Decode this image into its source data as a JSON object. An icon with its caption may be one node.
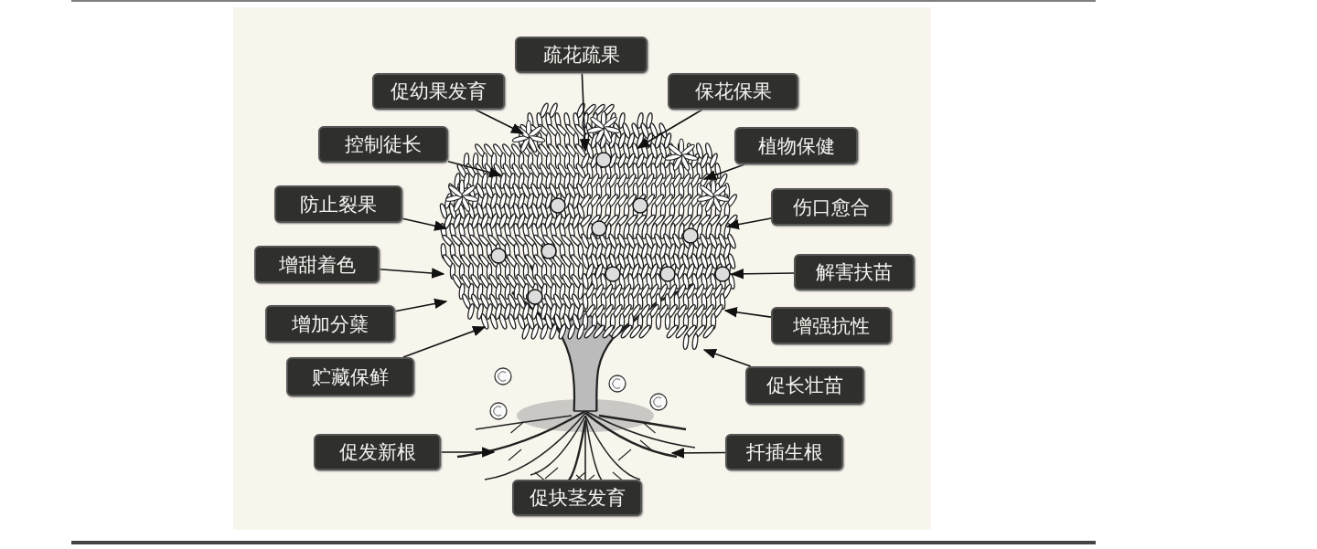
{
  "diagram": {
    "nodes": [
      {
        "text": [],
        "shape": "picture"
      },
      {
        "text": [
          "疏花疏果"
        ]
      },
      {
        "text": [
          "促幼果发育"
        ]
      },
      {
        "text": [
          "保花保果"
        ]
      },
      {
        "text": [
          "控制徒长"
        ]
      },
      {
        "text": [
          "植物保健"
        ]
      },
      {
        "text": [
          "防止裂果"
        ]
      },
      {
        "text": [
          "伤口愈合"
        ]
      },
      {
        "text": [
          "增甜着色"
        ]
      },
      {
        "text": [
          "解害扶苗"
        ]
      },
      {
        "text": [
          "增加分蘖"
        ]
      },
      {
        "text": [
          "增强抗性"
        ]
      },
      {
        "text": [
          "贮藏保鲜"
        ]
      },
      {
        "text": [
          "促长壮苗"
        ]
      },
      {
        "text": [
          "促发新根"
        ]
      },
      {
        "text": [
          "扦插生根"
        ]
      },
      {
        "text": [
          "促块茎发育"
        ]
      }
    ],
    "edges": [
      {
        "from": 1,
        "to": 0,
        "arrow": "to"
      },
      {
        "from": 2,
        "to": 0,
        "arrow": "to"
      },
      {
        "from": 3,
        "to": 0,
        "arrow": "to"
      },
      {
        "from": 4,
        "to": 0,
        "arrow": "to"
      },
      {
        "from": 5,
        "to": 0,
        "arrow": "to"
      },
      {
        "from": 6,
        "to": 0,
        "arrow": "to"
      },
      {
        "from": 7,
        "to": 0,
        "arrow": "to"
      },
      {
        "from": 8,
        "to": 0,
        "arrow": "to"
      },
      {
        "from": 9,
        "to": 0,
        "arrow": "to"
      },
      {
        "from": 10,
        "to": 0,
        "arrow": "to"
      },
      {
        "from": 11,
        "to": 0,
        "arrow": "to"
      },
      {
        "from": 12,
        "to": 0,
        "arrow": "to"
      },
      {
        "from": 13,
        "to": 0,
        "arrow": "to"
      },
      {
        "from": 14,
        "to": 0,
        "arrow": "to"
      },
      {
        "from": 15,
        "to": 0,
        "arrow": "to"
      }
    ]
  }
}
